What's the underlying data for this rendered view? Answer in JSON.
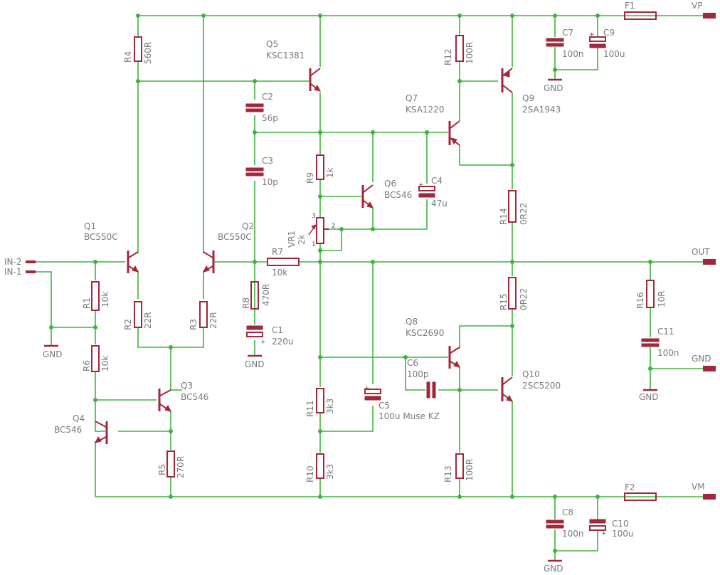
{
  "components": {
    "R1": {
      "name": "R1",
      "value": "10k"
    },
    "R2": {
      "name": "R2",
      "value": "22R"
    },
    "R3": {
      "name": "R3",
      "value": "22R"
    },
    "R4": {
      "name": "R4",
      "value": "560R"
    },
    "R5": {
      "name": "R5",
      "value": "270R"
    },
    "R6": {
      "name": "R6",
      "value": "10k"
    },
    "R7": {
      "name": "R7",
      "value": "10k"
    },
    "R8": {
      "name": "R8",
      "value": "470R"
    },
    "R9": {
      "name": "R9",
      "value": "1k"
    },
    "R10": {
      "name": "R10",
      "value": "3k3"
    },
    "R11": {
      "name": "R11",
      "value": "3k3"
    },
    "R12": {
      "name": "R12",
      "value": "100R"
    },
    "R13": {
      "name": "R13",
      "value": "100R"
    },
    "R14": {
      "name": "R14",
      "value": "0R22"
    },
    "R15": {
      "name": "R15",
      "value": "0R22"
    },
    "R16": {
      "name": "R16",
      "value": "10R"
    },
    "C1": {
      "name": "C1",
      "value": "220u"
    },
    "C2": {
      "name": "C2",
      "value": "56p"
    },
    "C3": {
      "name": "C3",
      "value": "10p"
    },
    "C4": {
      "name": "C4",
      "value": "47u"
    },
    "C5": {
      "name": "C5",
      "value": "100u Muse KZ"
    },
    "C6": {
      "name": "C6",
      "value": "100p"
    },
    "C7": {
      "name": "C7",
      "value": "100n"
    },
    "C8": {
      "name": "C8",
      "value": "100n"
    },
    "C9": {
      "name": "C9",
      "value": "100u"
    },
    "C10": {
      "name": "C10",
      "value": "100u"
    },
    "C11": {
      "name": "C11",
      "value": "100n"
    },
    "Q1": {
      "name": "Q1",
      "value": "BC550C"
    },
    "Q2": {
      "name": "Q2",
      "value": "BC550C"
    },
    "Q3": {
      "name": "Q3",
      "value": "BC546"
    },
    "Q4": {
      "name": "Q4",
      "value": "BC546"
    },
    "Q5": {
      "name": "Q5",
      "value": "KSC1381"
    },
    "Q6": {
      "name": "Q6",
      "value": "BC546"
    },
    "Q7": {
      "name": "Q7",
      "value": "KSA1220"
    },
    "Q8": {
      "name": "Q8",
      "value": "KSC2690"
    },
    "Q9": {
      "name": "Q9",
      "value": "2SA1943"
    },
    "Q10": {
      "name": "Q10",
      "value": "2SC5200"
    },
    "VR1": {
      "name": "VR1",
      "value": "2k",
      "pins": [
        "3",
        "2",
        "1"
      ]
    },
    "F1": {
      "name": "F1"
    },
    "F2": {
      "name": "F2"
    }
  },
  "nets": {
    "in2": "IN-2",
    "in1": "IN-1",
    "vp": "VP",
    "vm": "VM",
    "out": "OUT",
    "gnd_right": "GND",
    "gnd_in": "GND",
    "gnd_c1": "GND",
    "gnd_c7": "GND",
    "gnd_c11": "GND",
    "gnd_c8": "GND"
  },
  "colors": {
    "wire": "#3fb33f",
    "part": "#a4263b",
    "text": "#7a7a7a",
    "background": "#ffffff"
  }
}
